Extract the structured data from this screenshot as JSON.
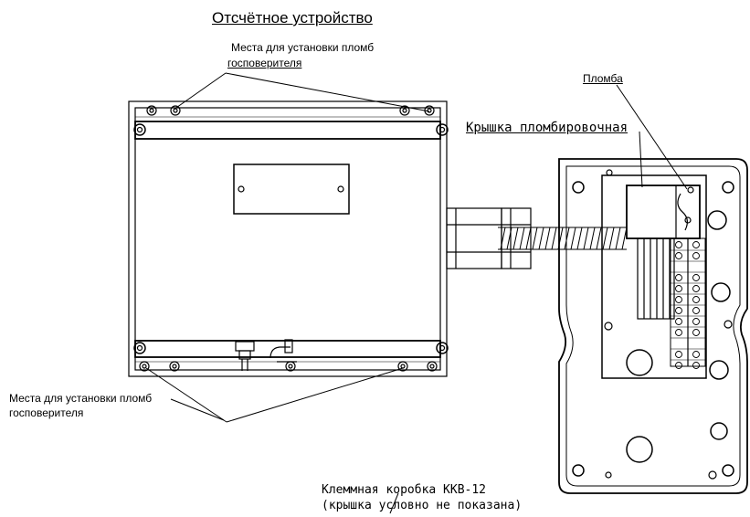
{
  "title": "Отсчётное устройство",
  "labels": {
    "seal_places_top_line1": "Места для установки пломб",
    "seal_places_top_line2": "госповерителя",
    "seal_places_bottom_line1": "Места для установки пломб",
    "seal_places_bottom_line2": "госповерителя",
    "seal": "Пломба",
    "sealing_cover": "Крышка пломбировочная",
    "terminal_box_line1": "Клеммная коробка ККВ-12",
    "terminal_box_line2": "(крышка условно не показана)"
  }
}
